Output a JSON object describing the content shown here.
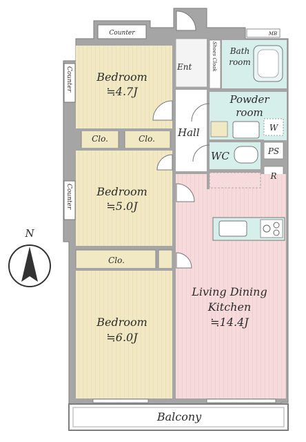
{
  "rooms": {
    "bedroom_top": {
      "name": "Bedroom",
      "size": "≒4.7J"
    },
    "bedroom_mid": {
      "name": "Bedroom",
      "size": "≒5.0J"
    },
    "bedroom_bottom": {
      "name": "Bedroom",
      "size": "≒6.0J"
    },
    "ldk": {
      "line1": "Living Dining",
      "line2": "Kitchen",
      "size": "≒14.4J"
    },
    "bath": {
      "line1": "Bath",
      "line2": "room"
    },
    "powder": {
      "line1": "Powder",
      "line2": "room"
    },
    "wc": "WC",
    "hall": "Hall",
    "entrance": "Ent",
    "shoes_cloak": "Shoes Cloak",
    "balcony": "Balcony"
  },
  "closets": {
    "clo1": "Clo.",
    "clo2": "Clo.",
    "clo3": "Clo."
  },
  "counters": {
    "top": "Counter",
    "left_upper": "Counter",
    "left_lower": "Counter"
  },
  "fixtures": {
    "w": "W",
    "ps": "PS",
    "r": "R",
    "mb": "MB"
  },
  "compass": {
    "north_label": "N"
  },
  "colors": {
    "bedroom_floor": "#f1e9c4",
    "ldk_floor": "#f7dadb",
    "wet_area": "#d6efea",
    "closet": "#f1e9c4",
    "wall": "#9a9a9a",
    "hall_floor": "#ffffff"
  }
}
